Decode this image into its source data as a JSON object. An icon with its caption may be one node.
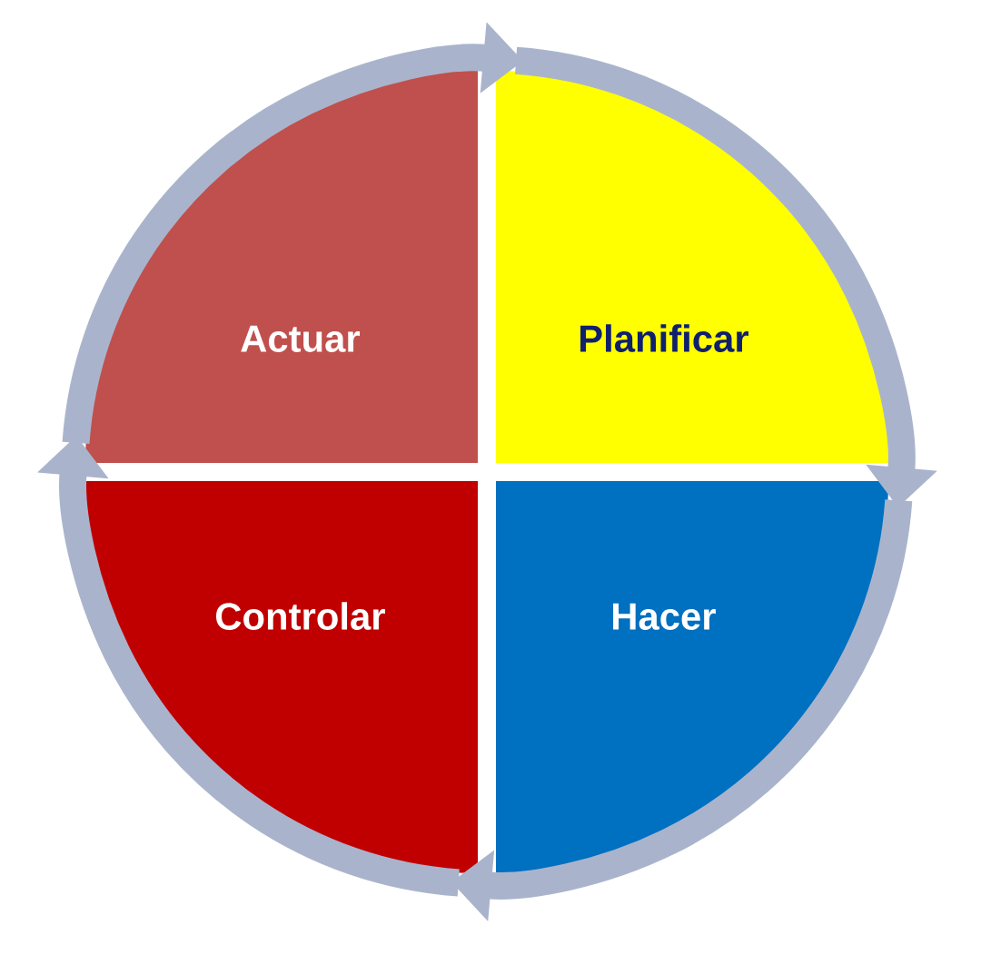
{
  "diagram": {
    "nodes": [
      {
        "text": [
          "Actuar"
        ]
      },
      {
        "text": [
          "Planificar"
        ]
      },
      {
        "text": [
          "Controlar"
        ]
      },
      {
        "text": [
          "Hacer"
        ]
      }
    ],
    "edges": [
      {
        "from": 0,
        "to": 1,
        "arrow": "to"
      },
      {
        "from": 1,
        "to": 3,
        "arrow": "to"
      },
      {
        "from": 3,
        "to": 2,
        "arrow": "to"
      },
      {
        "from": 2,
        "to": 0,
        "arrow": "to"
      }
    ]
  }
}
